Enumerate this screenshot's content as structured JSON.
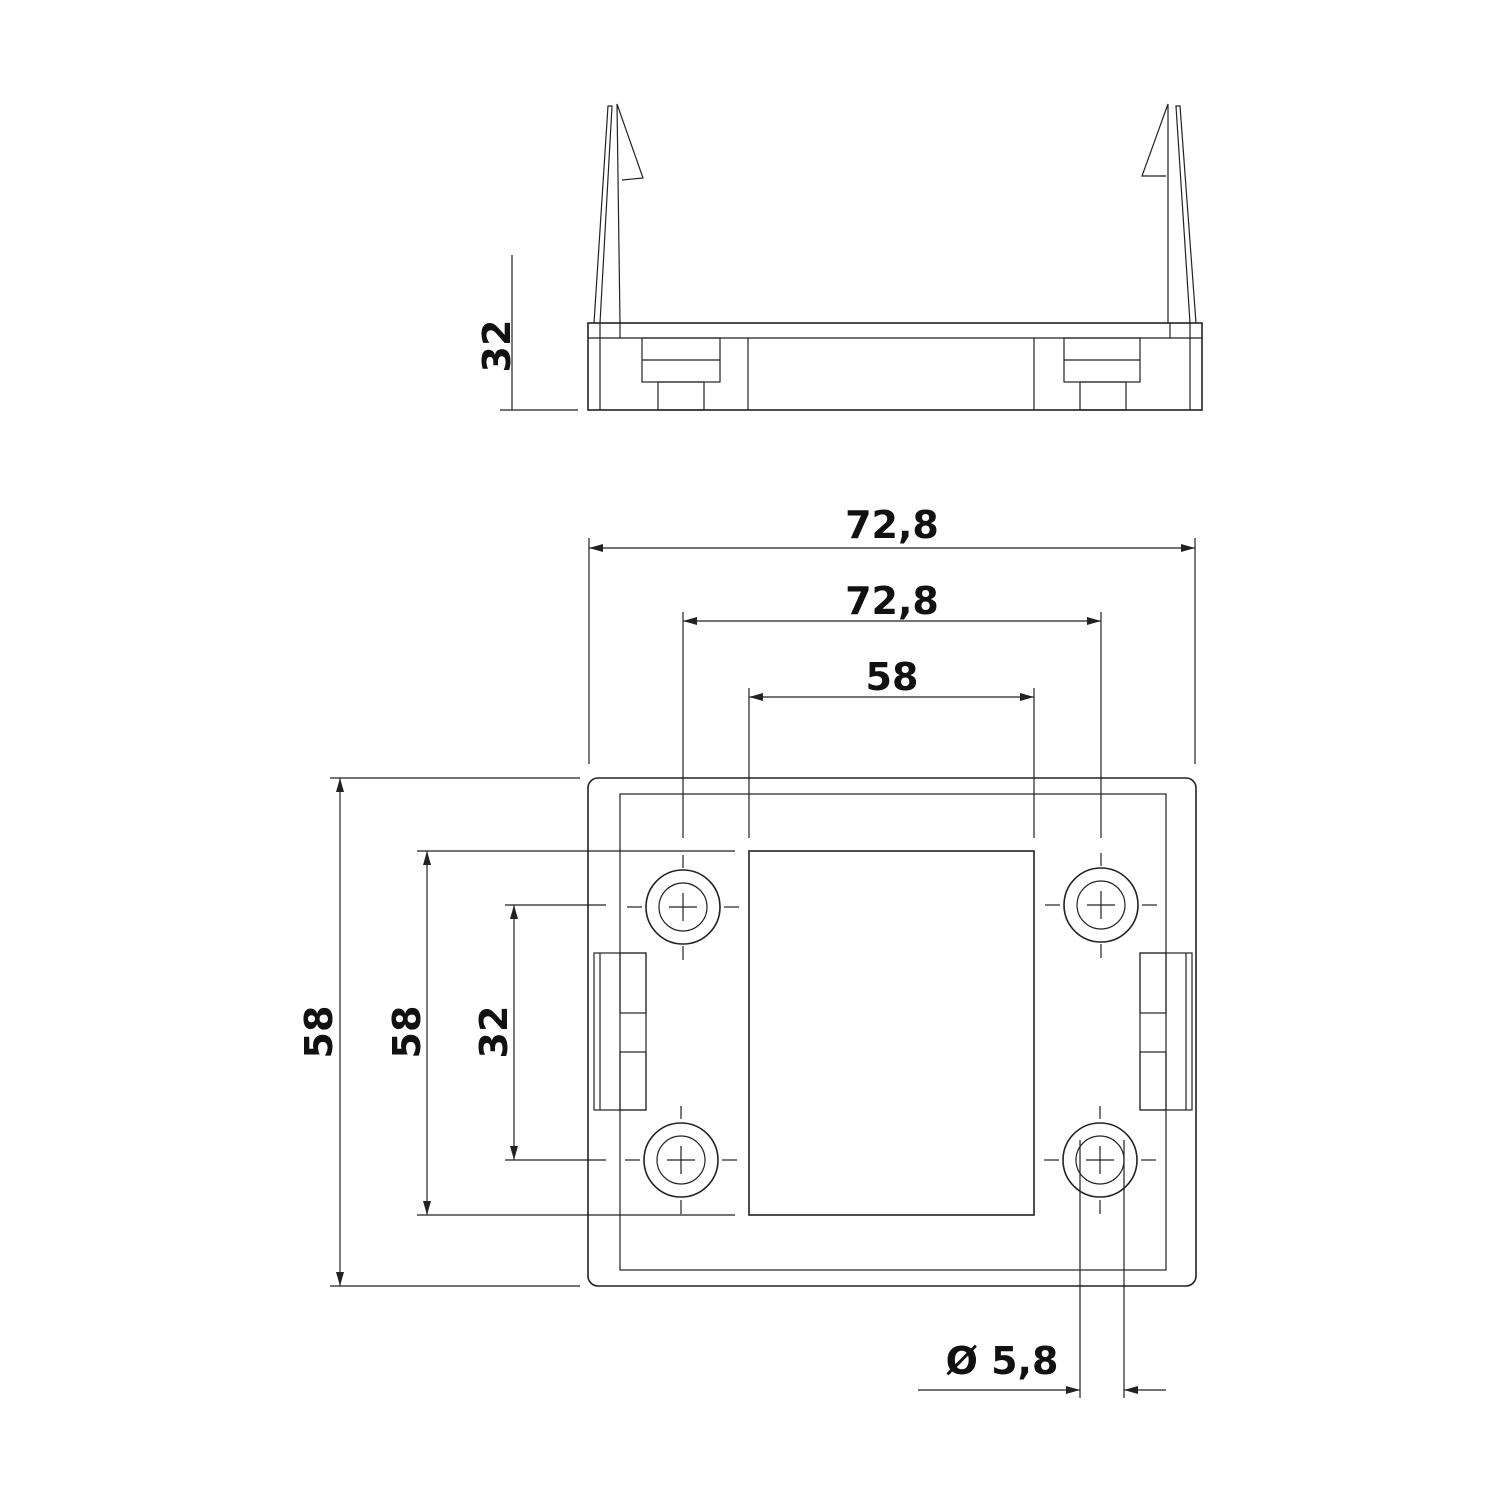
{
  "side_view": {
    "height_label": "32"
  },
  "top_view": {
    "overall_width_label": "72,8",
    "hole_spacing_width_label": "72,8",
    "inner_width_label": "58",
    "overall_height_label": "58",
    "hole_spacing_height_label": "58",
    "inner_height_label": "32",
    "hole_diameter_label": "Ø 5,8"
  }
}
